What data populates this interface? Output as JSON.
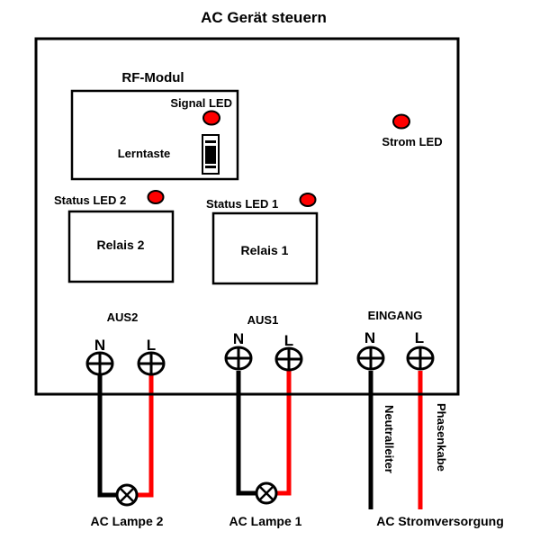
{
  "title": "AC Gerät steuern",
  "colors": {
    "neutral_wire": "#000000",
    "phase_wire": "#ff0000",
    "led_fill": "#ff0000",
    "outline": "#000000"
  },
  "rf_module": {
    "label": "RF-Modul",
    "signal_led_label": "Signal LED",
    "learn_button_label": "Lerntaste"
  },
  "power_led_label": "Strom LED",
  "relays": [
    {
      "label": "Relais 2",
      "status_led_label": "Status LED 2"
    },
    {
      "label": "Relais 1",
      "status_led_label": "Status LED 1"
    }
  ],
  "terminals": [
    {
      "group": "AUS2",
      "n_label": "N",
      "l_label": "L"
    },
    {
      "group": "AUS1",
      "n_label": "N",
      "l_label": "L"
    },
    {
      "group": "EINGANG",
      "n_label": "N",
      "l_label": "L"
    }
  ],
  "loads": [
    {
      "label": "AC Lampe 2"
    },
    {
      "label": "AC Lampe 1"
    }
  ],
  "supply": {
    "label": "AC Stromversorgung",
    "neutral_label": "Neutralleiter",
    "phase_label": "Phasenkabe"
  }
}
